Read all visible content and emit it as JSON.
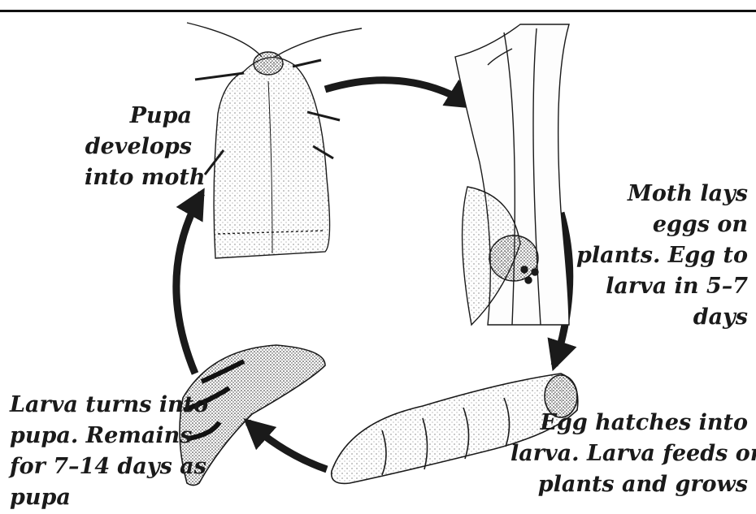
{
  "captions": {
    "pupa_to_moth": [
      "Pupa",
      "develops",
      "into moth"
    ],
    "moth_lays_eggs": [
      "Moth lays",
      "eggs on",
      "plants. Egg to",
      "larva in 5–7",
      "days"
    ],
    "egg_hatches": [
      "Egg hatches into",
      "larva. Larva feeds on",
      "plants and grows"
    ],
    "larva_to_pupa": [
      "Larva turns into",
      "pupa. Remains",
      "for 7–14 days as",
      "pupa"
    ]
  },
  "stages": [
    "moth",
    "eggs on plant",
    "larva",
    "pupa"
  ],
  "colors": {
    "ink": "#1a1a1a",
    "background": "#ffffff"
  }
}
